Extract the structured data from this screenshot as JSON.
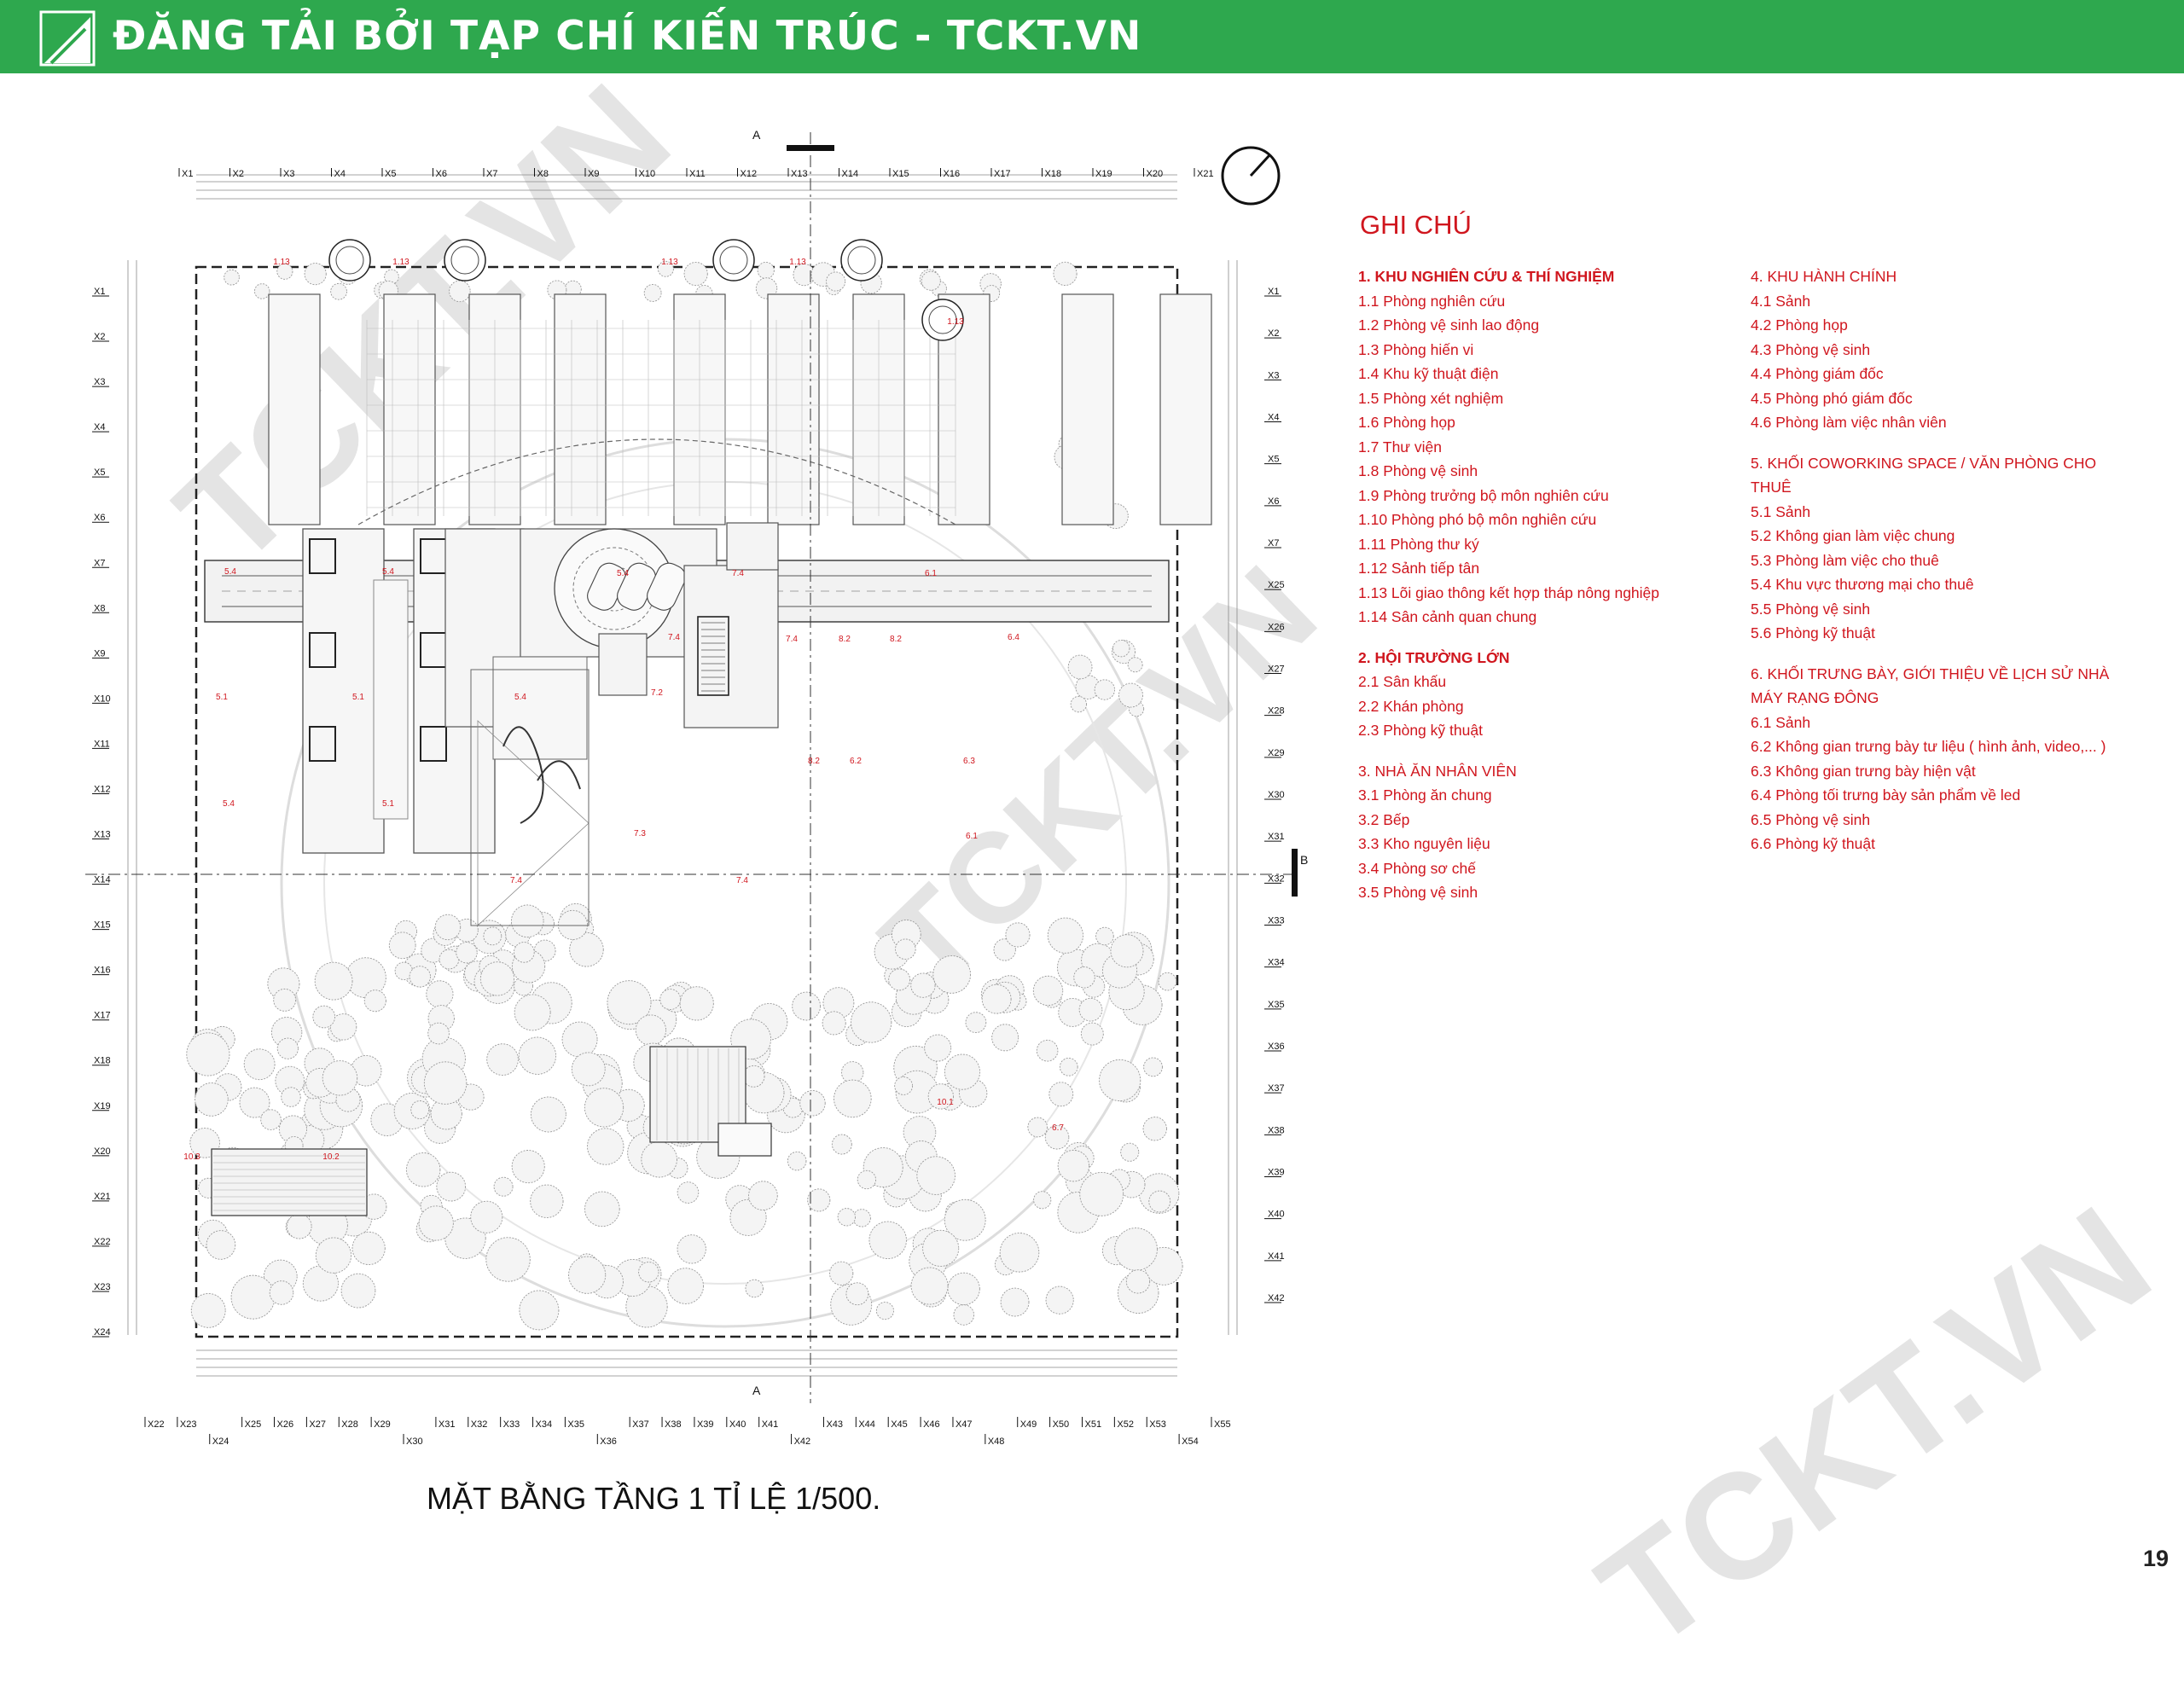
{
  "header": {
    "title": "ĐĂNG TẢI BỞI TẠP CHÍ KIẾN TRÚC - TCKT.VN",
    "bg_color": "#2ea84e",
    "logo_icon": "triangle-logo-icon"
  },
  "watermark": {
    "text": "TCKT.VN"
  },
  "plan": {
    "caption": "MẶT BẰNG TẦNG 1 TỈ LỆ 1/500.",
    "section_marks": {
      "top": "A",
      "bottom": "A",
      "right": "B"
    },
    "grid_top": [
      "X1",
      "X2",
      "X3",
      "X4",
      "X5",
      "X6",
      "X7",
      "X8",
      "X9",
      "X10",
      "X11",
      "X12",
      "X13",
      "X14",
      "X15",
      "X16",
      "X17",
      "X18",
      "X19",
      "X20",
      "X21"
    ],
    "grid_bottom": [
      "X22",
      "X23",
      "X24",
      "X25",
      "X26",
      "X27",
      "X28",
      "X29",
      "X30",
      "X31",
      "X32",
      "X33",
      "X34",
      "X35",
      "X36",
      "X37",
      "X38",
      "X39",
      "X40",
      "X41",
      "X42",
      "X43",
      "X44",
      "X45",
      "X46",
      "X47",
      "X48",
      "X49",
      "X50",
      "X51",
      "X52",
      "X53",
      "X54",
      "X55"
    ],
    "grid_left": [
      "X1",
      "X2",
      "X3",
      "X4",
      "X5",
      "X6",
      "X7",
      "X8",
      "X9",
      "X10",
      "X11",
      "X12",
      "X13",
      "X14",
      "X15",
      "X16",
      "X17",
      "X18",
      "X19",
      "X20",
      "X21",
      "X22",
      "X23",
      "X24"
    ],
    "grid_right": [
      "X1",
      "X2",
      "X3",
      "X4",
      "X5",
      "X6",
      "X7",
      "X25",
      "X26",
      "X27",
      "X28",
      "X29",
      "X30",
      "X31",
      "X32",
      "X33",
      "X34",
      "X35",
      "X36",
      "X37",
      "X38",
      "X39",
      "X40",
      "X41",
      "X42"
    ],
    "room_labels": [
      "1.13",
      "1.13",
      "1.13",
      "1.13",
      "1.13",
      "5.4",
      "5.4",
      "5.4",
      "5.1",
      "5.1",
      "5.1",
      "5.4",
      "5.4",
      "7.4",
      "7.4",
      "7.2",
      "7.3",
      "7.4",
      "7.4",
      "7.4",
      "8.2",
      "8.2",
      "8.2",
      "6.2",
      "6.1",
      "6.3",
      "6.4",
      "6.1",
      "6.7",
      "10.1",
      "10.2",
      "10.3",
      "10.4"
    ]
  },
  "legend": {
    "title": "GHI CHÚ",
    "col1": [
      {
        "title": "1. KHU NGHIÊN CỨU & THÍ NGHIỆM",
        "bold": true,
        "items": [
          "1.1 Phòng nghiên cứu",
          "1.2 Phòng vệ sinh lao động",
          "1.3 Phòng hiến vi",
          "1.4 Khu kỹ thuật điện",
          "1.5 Phòng xét nghiệm",
          "1.6 Phòng họp",
          "1.7 Thư viện",
          "1.8 Phòng vệ sinh",
          "1.9 Phòng trưởng bộ môn nghiên cứu",
          "1.10 Phòng phó bộ môn nghiên cứu",
          "1.11 Phòng thư ký",
          "1.12 Sảnh tiếp tân",
          "1.13 Lõi giao thông kết hợp tháp nông nghiệp",
          "1.14 Sân cảnh quan chung"
        ]
      },
      {
        "title": "2. HỘI TRƯỜNG LỚN",
        "bold": true,
        "items": [
          "2.1 Sân khấu",
          "2.2 Khán phòng",
          "2.3 Phòng kỹ thuật"
        ]
      },
      {
        "title": "3. NHÀ ĂN NHÂN VIÊN",
        "bold": false,
        "items": [
          "3.1 Phòng ăn chung",
          "3.2 Bếp",
          "3.3 Kho nguyên liệu",
          "3.4 Phòng sơ chế",
          "3.5 Phòng vệ sinh"
        ]
      }
    ],
    "col2": [
      {
        "title": "4. KHU HÀNH CHÍNH",
        "bold": false,
        "items": [
          "4.1 Sảnh",
          "4.2 Phòng họp",
          "4.3 Phòng vệ sinh",
          "4.4 Phòng giám đốc",
          "4.5 Phòng phó giám đốc",
          "4.6 Phòng làm việc nhân viên"
        ]
      },
      {
        "title": "5. KHỐI COWORKING SPACE / VĂN PHÒNG CHO THUÊ",
        "bold": false,
        "items": [
          "5.1 Sảnh",
          "5.2 Không gian làm việc chung",
          "5.3 Phòng làm việc cho thuê",
          "5.4 Khu vực thương mại cho thuê",
          "5.5 Phòng vệ sinh",
          "5.6 Phòng kỹ thuật"
        ]
      },
      {
        "title": "6. KHỐI TRƯNG BÀY, GIỚI THIỆU VỀ LỊCH SỬ NHÀ MÁY RẠNG ĐÔNG",
        "bold": false,
        "items": [
          "6.1 Sảnh",
          "6.2 Không gian trưng bày tư liệu ( hình ảnh, video,... )",
          "6.3 Không gian trưng bày hiện vật",
          "6.4 Phòng tối trưng bày sản phẩm về led",
          "6.5 Phòng vệ sinh",
          "6.6 Phòng kỹ thuật"
        ]
      }
    ]
  },
  "page_number": "19",
  "colors": {
    "legend_red": "#d0161e",
    "plan_line": "#555555",
    "tree_gray": "#9a9a9a"
  }
}
